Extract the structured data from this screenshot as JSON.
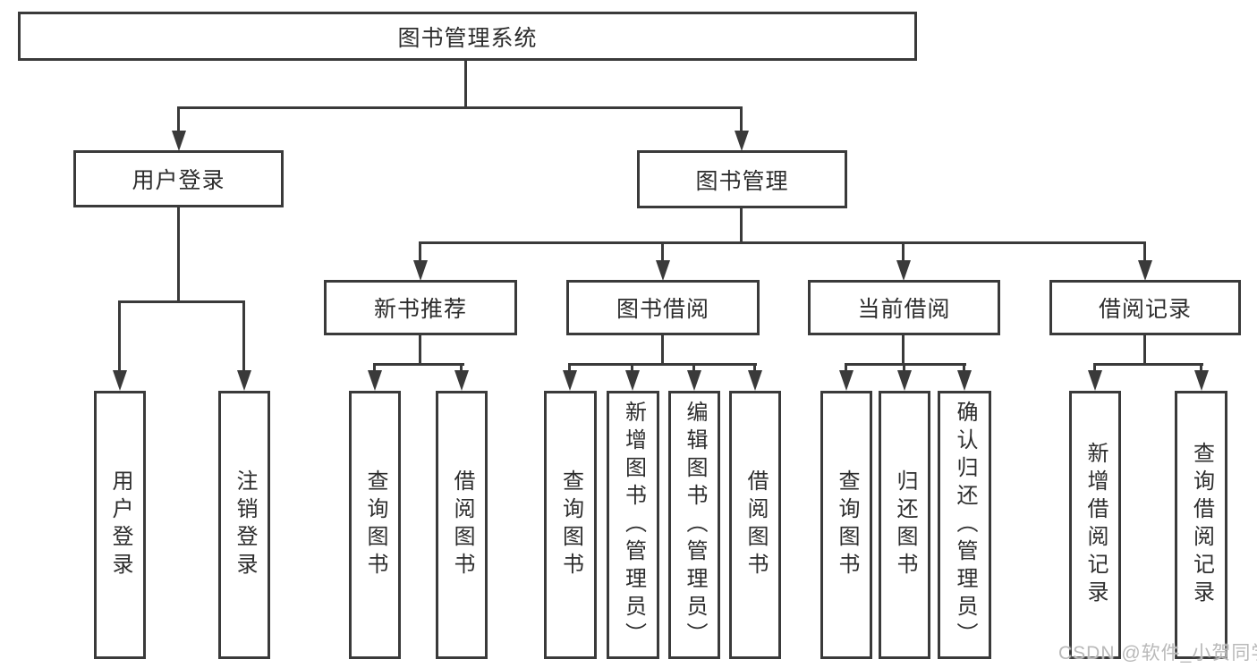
{
  "diagram_title": "图书管理系统",
  "nodes": {
    "root": "图书管理系统",
    "user_login": "用户登录",
    "book_management": "图书管理",
    "new_book_recommend": "新书推荐",
    "book_borrow": "图书借阅",
    "current_borrow": "当前借阅",
    "borrow_record": "借阅记录",
    "leaf_user_login": "用户登录",
    "leaf_logout": "注销登录",
    "nbr_query": "查询图书",
    "nbr_borrow": "借阅图书",
    "bb_query": "查询图书",
    "bb_add": "新增图书（管理员）",
    "bb_edit": "编辑图书（管理员）",
    "bb_borrow": "借阅图书",
    "cb_query": "查询图书",
    "cb_return": "归还图书",
    "cb_confirm": "确认归还（管理员）",
    "br_add": "新增借阅记录",
    "br_query": "查询借阅记录"
  },
  "watermark": "CSDN @软件_小贺同学",
  "colors": {
    "line": "#3a3a3a",
    "text": "#2d2d2d",
    "background": "#ffffff",
    "watermark": "#b9b9b9"
  }
}
